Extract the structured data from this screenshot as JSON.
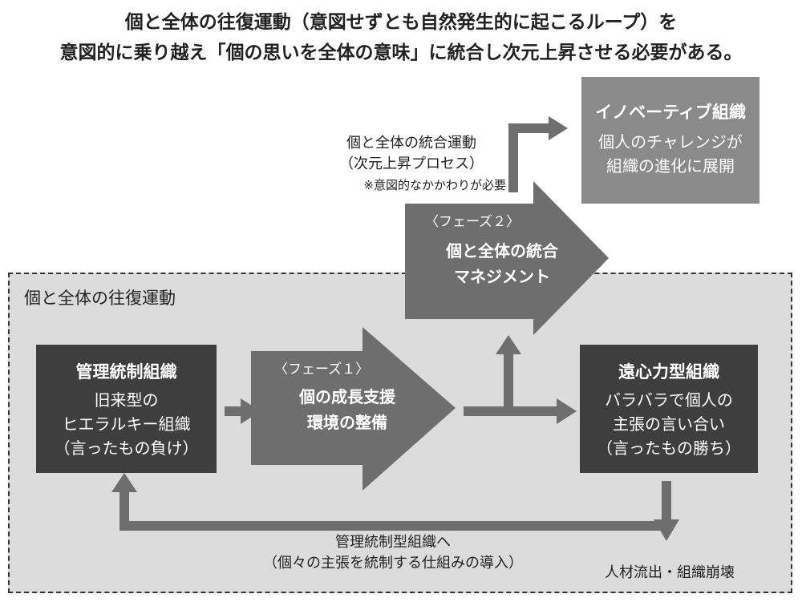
{
  "title": {
    "line1": "個と全体の往復運動（意図せずとも自然発生的に起こるループ）を",
    "line2": "意図的に乗り越え「個の思いを全体の意味」に統合し次元上昇させる必要がある。"
  },
  "region": {
    "label": "個と全体の往復運動"
  },
  "boxes": {
    "control": {
      "title": "管理統制組織",
      "lines": [
        "旧来型の",
        "ヒエラルキー組織",
        "（言ったもの負け）"
      ]
    },
    "centrifugal": {
      "title": "遠心力型組織",
      "lines": [
        "バラバラで個人の",
        "主張の言い合い",
        "（言ったもの勝ち）"
      ]
    },
    "innovative": {
      "title": "イノベーティブ組織",
      "lines": [
        "個人のチャレンジが",
        "組織の進化に展開"
      ]
    }
  },
  "phases": {
    "phase1": {
      "label": "〈フェーズ１〉",
      "lines": [
        "個の成長支援",
        "環境の整備"
      ]
    },
    "phase2": {
      "label": "〈フェーズ２〉",
      "lines": [
        "個と全体の統合",
        "マネジメント"
      ]
    }
  },
  "notes": {
    "integration": {
      "lines": [
        "個と全体の統合運動",
        "（次元上昇プロセス）"
      ],
      "note": "※意図的なかかわりが必要"
    },
    "return": {
      "lines": [
        "管理統制型組織へ",
        "（個々の主張を統制する仕組みの導入）"
      ]
    },
    "collapse": "人材流出・組織崩壊"
  },
  "colors": {
    "dark_box": "#3e3e3e",
    "gray_box": "#8a8a8a",
    "arrow": "#6e6e6e",
    "region_bg": "#dcdcdc"
  }
}
